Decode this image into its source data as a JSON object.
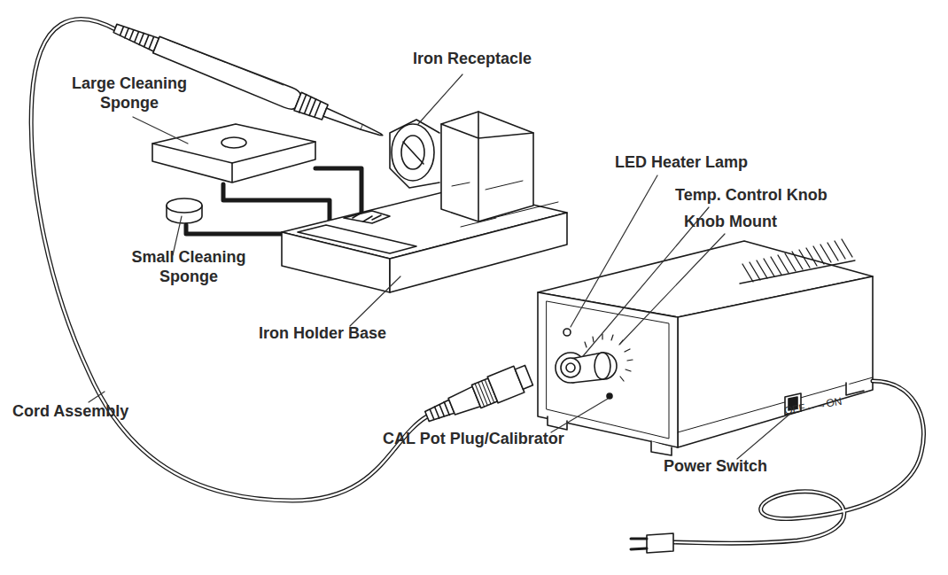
{
  "diagram": {
    "labels": [
      "Iron Receptacle",
      "Large Cleaning Sponge",
      "LED Heater Lamp",
      "Temp. Control Knob",
      "Knob Mount",
      "Small Cleaning Sponge",
      "Iron Holder Base",
      "Cord Assembly",
      "CAL Pot Plug/Calibrator",
      "Power Switch",
      "OFF←→ON"
    ]
  }
}
